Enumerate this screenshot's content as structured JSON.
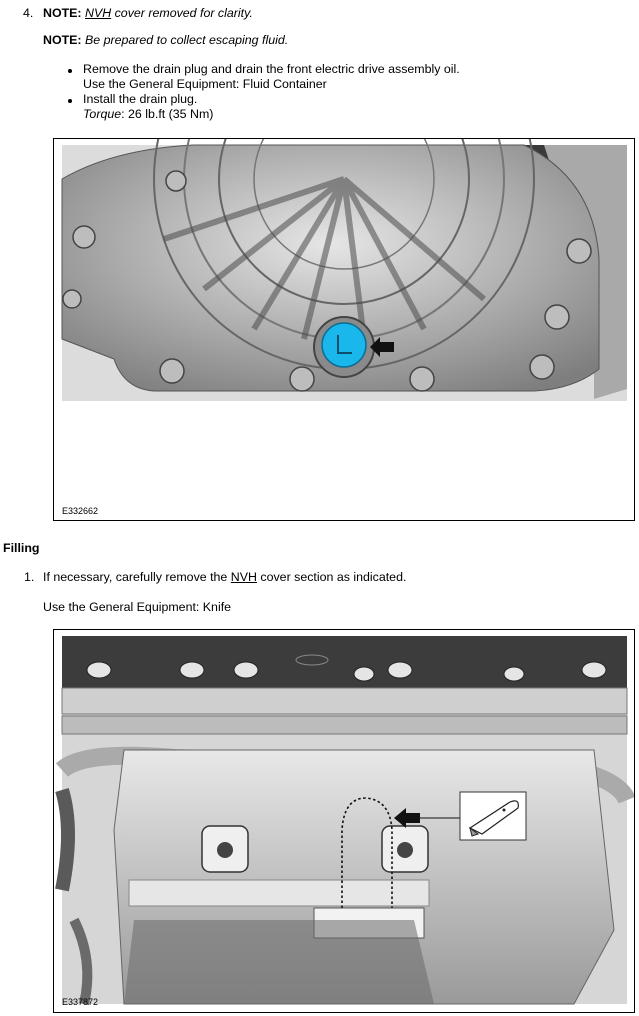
{
  "step4": {
    "number": "4.",
    "note1_label": "NOTE:",
    "note1_abbr": "NVH",
    "note1_text": " cover removed for clarity.",
    "note2_label": "NOTE:",
    "note2_text": " Be prepared to collect escaping fluid.",
    "bullets": [
      {
        "line1": "Remove the drain plug and drain the front electric drive assembly oil.",
        "line2": "Use the General Equipment: Fluid Container"
      },
      {
        "line1": "Install the drain plug.",
        "torque_label": "Torque",
        "torque_value": ": 26 lb.ft (35 Nm)"
      }
    ]
  },
  "figure1": {
    "id": "E332662"
  },
  "section": {
    "title": "Filling"
  },
  "step1": {
    "number": "1.",
    "text_before": "If necessary, carefully remove the ",
    "abbr": "NVH",
    "text_after": " cover section as indicated.",
    "equipment": "Use the General Equipment: Knife"
  },
  "figure2": {
    "id": "E337872"
  }
}
